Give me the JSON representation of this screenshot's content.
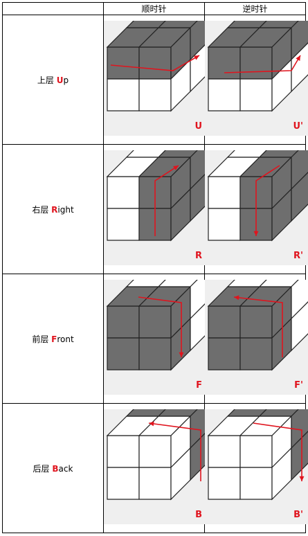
{
  "header": {
    "col1": "",
    "col2": "顺时针",
    "col3": "逆时针"
  },
  "rows": [
    {
      "prefix": "上层 ",
      "letter": "U",
      "rest": "p",
      "cw": "U",
      "ccw": "U'",
      "colors": {
        "top": "#6e6e6e",
        "front": "#6e6e6e",
        "right": "#6e6e6e"
      }
    },
    {
      "prefix": "右层 ",
      "letter": "R",
      "rest": "ight",
      "cw": "R",
      "ccw": "R'",
      "colors": {
        "top": "#6e6e6e",
        "front": "#6e6e6e",
        "right": "#6e6e6e"
      }
    },
    {
      "prefix": "前层 ",
      "letter": "F",
      "rest": "ront",
      "cw": "F",
      "ccw": "F'",
      "colors": {
        "top": "#6e6e6e",
        "front": "#6e6e6e",
        "right": "#6e6e6e"
      }
    },
    {
      "prefix": "后层 ",
      "letter": "B",
      "rest": "ack",
      "cw": "B",
      "ccw": "B'",
      "colors": {
        "top": "#6e6e6e",
        "front": "#6e6e6e",
        "right": "#6e6e6e"
      }
    }
  ],
  "colors": {
    "highlight": "#e0141e",
    "gray": "#6e6e6e",
    "white": "#ffffff",
    "card_bg": "#efefef"
  }
}
